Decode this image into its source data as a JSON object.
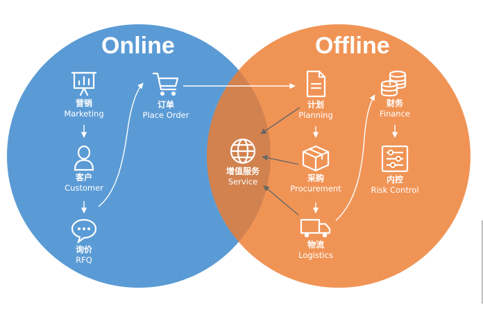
{
  "titles": {
    "online": "Online",
    "offline": "Offline"
  },
  "colors": {
    "online_circle": "#5b9bd5",
    "offline_circle": "#ed7d31",
    "overlap": "#c27b5e",
    "text": "#ffffff",
    "arrow": "#ffffff",
    "arrow_dark": "#666666"
  },
  "nodes": {
    "marketing": {
      "zh": "营销",
      "en": "Marketing",
      "icon": "presentation-board-icon"
    },
    "customer": {
      "zh": "客户",
      "en": "Customer",
      "icon": "person-icon"
    },
    "rfq": {
      "zh": "询价",
      "en": "RFQ",
      "icon": "chat-bubble-icon"
    },
    "order": {
      "zh": "订单",
      "en": "Place Order",
      "icon": "shopping-cart-icon"
    },
    "planning": {
      "zh": "计划",
      "en": "Planning",
      "icon": "document-icon"
    },
    "service": {
      "zh": "增值服务",
      "en": "Service",
      "icon": "globe-icon"
    },
    "procurement": {
      "zh": "采购",
      "en": "Procurement",
      "icon": "box-icon"
    },
    "logistics": {
      "zh": "物流",
      "en": "Logistics",
      "icon": "truck-icon"
    },
    "finance": {
      "zh": "财务",
      "en": "Finance",
      "icon": "coin-stack-icon"
    },
    "risk": {
      "zh": "内控",
      "en": "Risk Control",
      "icon": "sliders-icon"
    }
  }
}
